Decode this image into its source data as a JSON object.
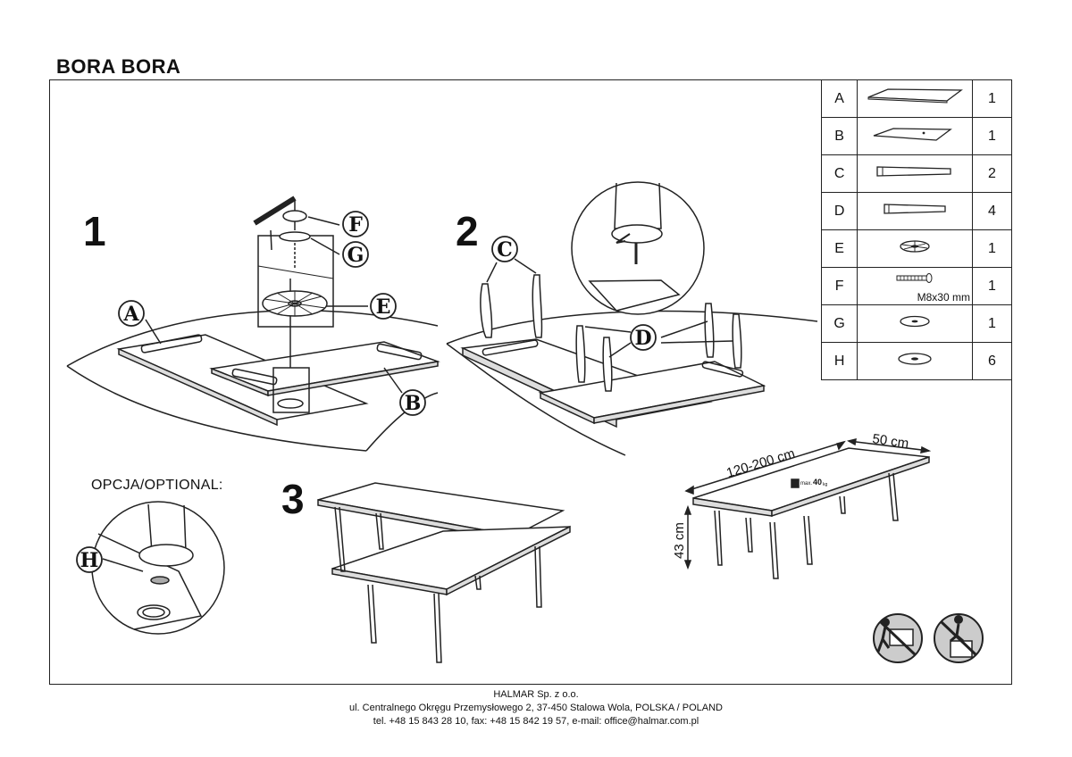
{
  "title": "BORA BORA",
  "parts": [
    {
      "letter": "A",
      "qty": "1",
      "icon": "table-top-icon"
    },
    {
      "letter": "B",
      "qty": "1",
      "icon": "extension-leaf-icon"
    },
    {
      "letter": "C",
      "qty": "2",
      "icon": "leg-long-icon"
    },
    {
      "letter": "D",
      "qty": "4",
      "icon": "leg-short-icon"
    },
    {
      "letter": "E",
      "qty": "1",
      "icon": "bearing-disc-icon"
    },
    {
      "letter": "F",
      "qty": "1",
      "icon": "bolt-icon",
      "note": "M8x30 mm"
    },
    {
      "letter": "G",
      "qty": "1",
      "icon": "washer-icon"
    },
    {
      "letter": "H",
      "qty": "6",
      "icon": "felt-pad-icon"
    }
  ],
  "steps": {
    "s1": "1",
    "s2": "2",
    "s3": "3"
  },
  "optional_label": "OPCJA/OPTIONAL:",
  "callouts": {
    "a": "A",
    "b": "B",
    "c": "C",
    "d": "D",
    "e": "E",
    "f": "F",
    "g": "G",
    "h": "H"
  },
  "dimensions": {
    "length": "120-200 cm",
    "width": "50 cm",
    "height": "43 cm",
    "load_prefix": "max.",
    "load_value": "40",
    "load_unit": "kg"
  },
  "footer": {
    "company": "HALMAR Sp. z o.o.",
    "address": "ul. Centralnego Okręgu Przemysłowego 2, 37-450 Stalowa Wola, POLSKA / POLAND",
    "contact": "tel. +48 15 843 28 10, fax: +48 15 842 19 57, e-mail: office@halmar.com.pl"
  }
}
